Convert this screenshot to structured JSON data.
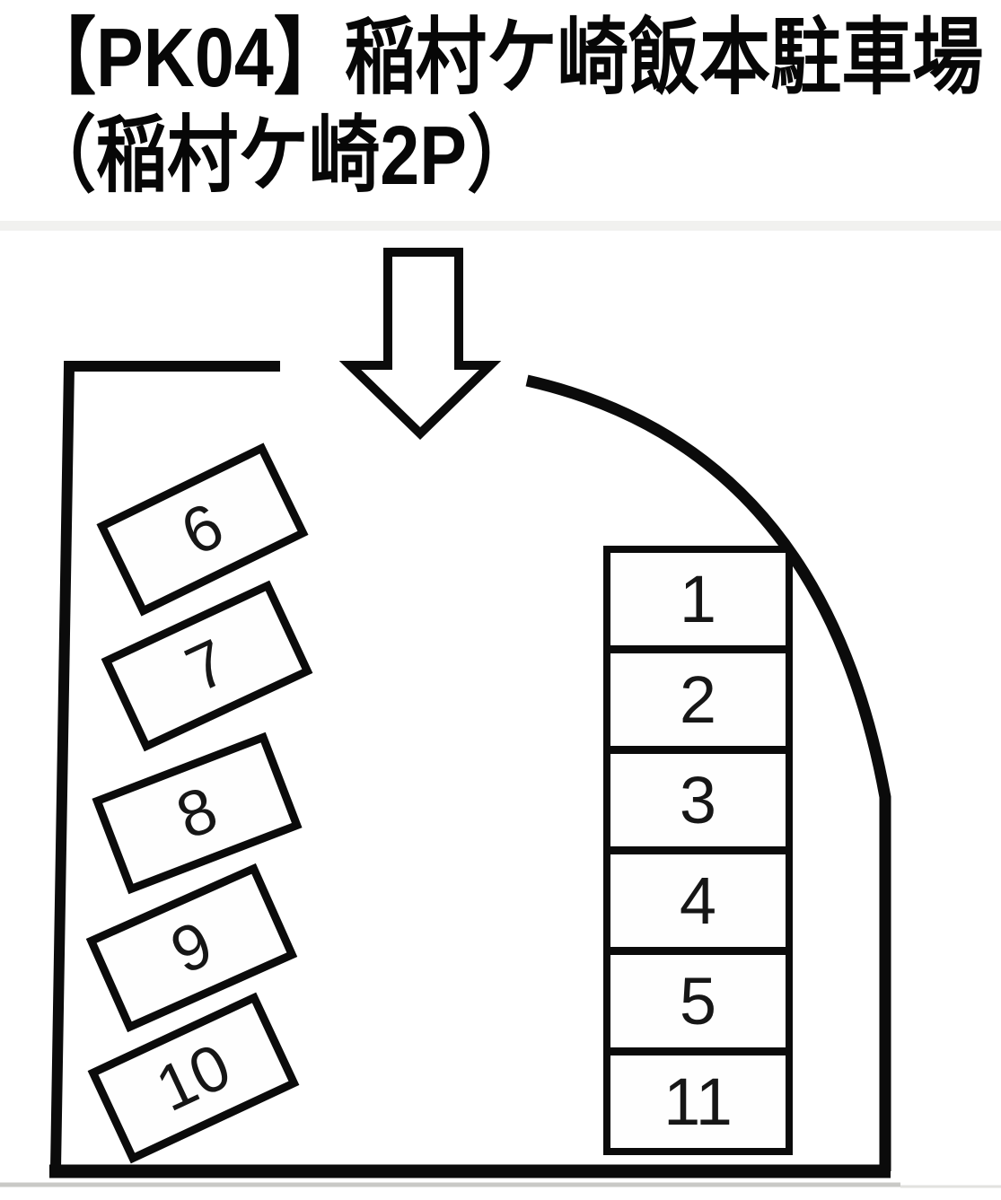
{
  "title": {
    "line1": "【PK04】稲村ケ崎飯本駐車場",
    "line2": "（稲村ケ崎2P）"
  },
  "map": {
    "entrance_arrow": "down-arrow",
    "right_column_spaces": [
      {
        "label": "1"
      },
      {
        "label": "2"
      },
      {
        "label": "3"
      },
      {
        "label": "4"
      },
      {
        "label": "5"
      },
      {
        "label": "11"
      }
    ],
    "left_diagonal_spaces": [
      {
        "label": "6"
      },
      {
        "label": "7"
      },
      {
        "label": "8"
      },
      {
        "label": "9"
      },
      {
        "label": "10"
      }
    ],
    "colors": {
      "outline": "#0b0b0b",
      "background": "#ffffff",
      "divider_line": "#c9c9c6"
    }
  }
}
